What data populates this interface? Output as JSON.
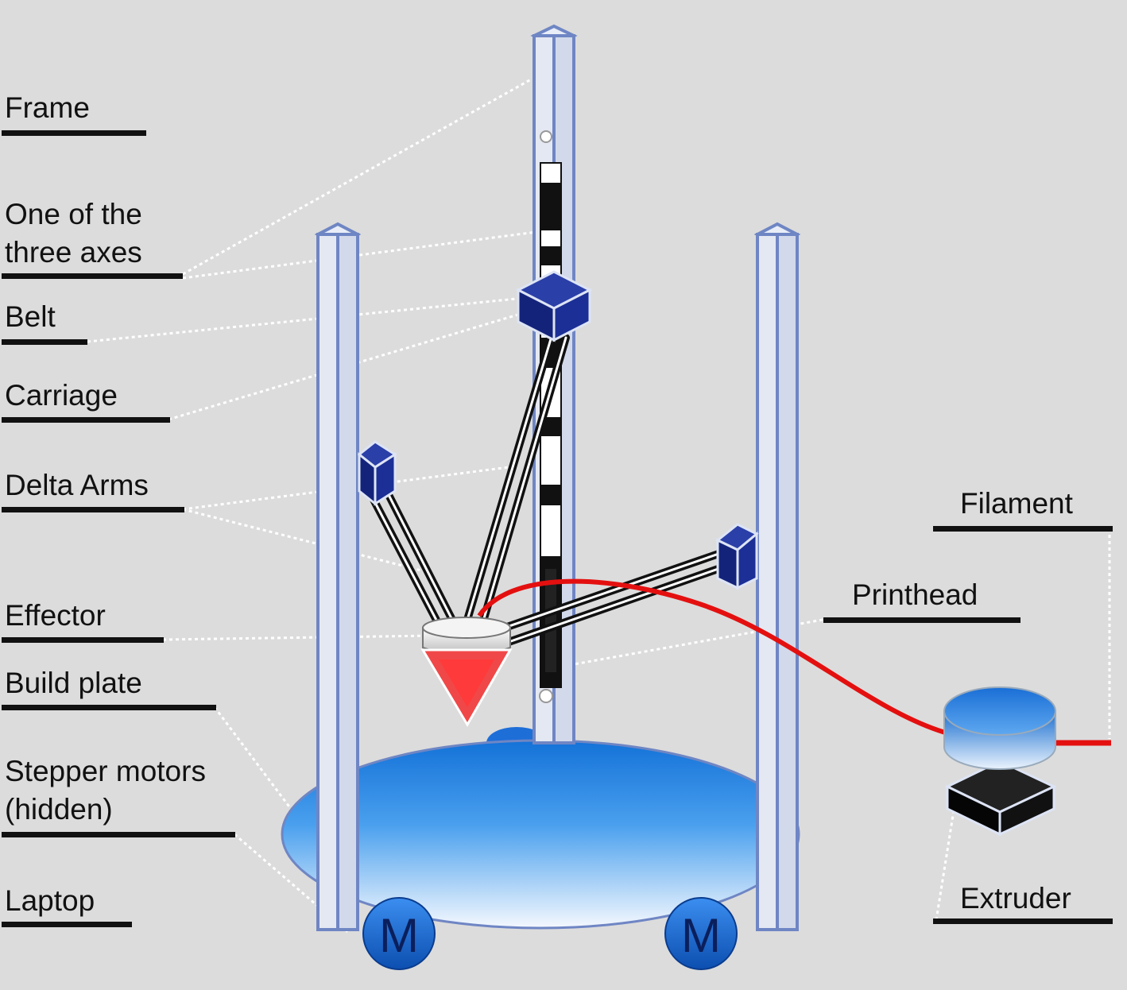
{
  "labels_left": {
    "frame": "Frame",
    "axis_line1": "One of the",
    "axis_line2": "three axes",
    "belt": "Belt",
    "carriage": "Carriage",
    "delta_arms": "Delta Arms",
    "effector": "Effector",
    "build_plate": "Build plate",
    "stepper_line1": "Stepper motors",
    "stepper_line2": "(hidden)",
    "laptop": "Laptop"
  },
  "labels_right": {
    "filament": "Filament",
    "printhead": "Printhead",
    "extruder": "Extruder"
  },
  "motor_letter": "M",
  "colors": {
    "background": "#dcdcdc",
    "frame_outline": "#6f86c4",
    "carriage": "#1a2c8c",
    "filament": "#e41010",
    "build_plate": "#1f7fe0",
    "motor": "#1e6ed8",
    "printhead_tip": "#f04848"
  }
}
